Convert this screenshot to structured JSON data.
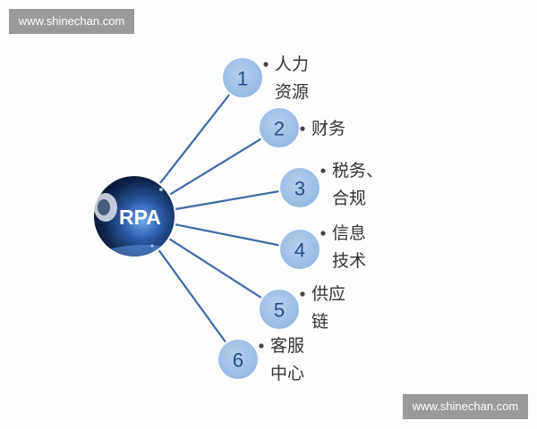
{
  "watermark_top": "www.shinechan.com",
  "watermark_bottom": "www.shinechan.com",
  "center": {
    "label": "RPA"
  },
  "nodes": [
    {
      "number": "1",
      "lines": [
        "人力",
        "资源"
      ]
    },
    {
      "number": "2",
      "lines": [
        "财务"
      ]
    },
    {
      "number": "3",
      "lines": [
        "税务、",
        "合规"
      ]
    },
    {
      "number": "4",
      "lines": [
        "信息",
        "技术"
      ]
    },
    {
      "number": "5",
      "lines": [
        "供应",
        "链"
      ]
    },
    {
      "number": "6",
      "lines": [
        "客服",
        "中心"
      ]
    }
  ],
  "colors": {
    "node_fill": "#9dbde3",
    "node_stroke": "#ffffff",
    "line": "#3f6aa6",
    "center_dark": "#0a1a3c",
    "center_light": "#3d7ad1"
  }
}
